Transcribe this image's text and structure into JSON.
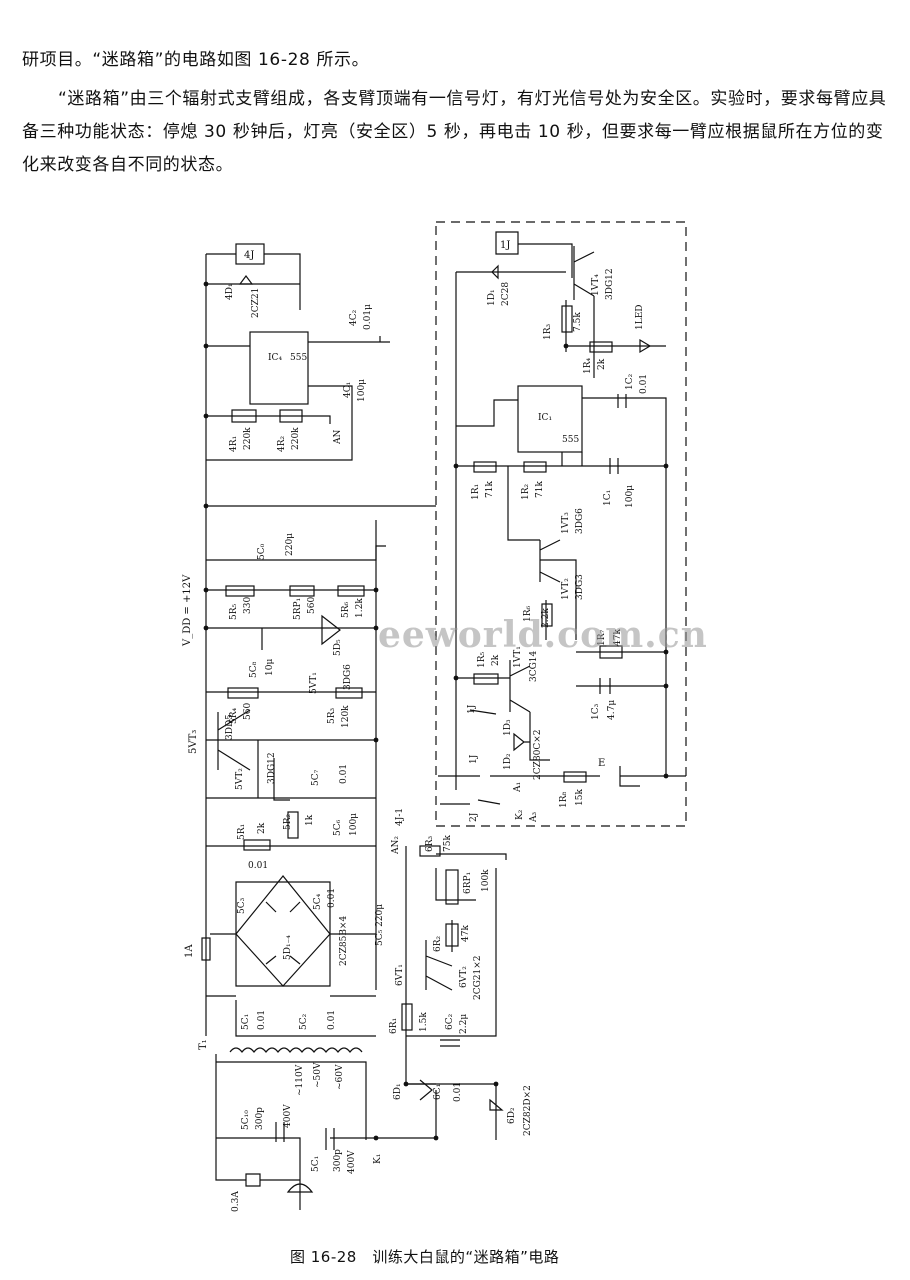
{
  "text": {
    "p1": "研项目。“迷路箱”的电路如图 16-28 所示。",
    "p2": "“迷路箱”由三个辐射式支臂组成，各支臂顶端有一信号灯，有灯光信号处为安全区。实验时，要求每臂应具备三种功能状态：停熄 30 秒钟后，灯亮（安全区）5 秒，再电击 10 秒，但要求每一臂应根据鼠所在方位的变化来改变各自不同的状态。",
    "caption": "图 16-28　训练大白鼠的“迷路箱”电路",
    "watermark": "eeworld.com.cn"
  },
  "diagram": {
    "relay_4": "4J",
    "relay_1": "1J",
    "d4": "4D₁",
    "d4_type": "2CZ21",
    "ic4_name": "IC₄",
    "ic4_type": "555",
    "c4_2": "4C₂",
    "c4_2v": "0.01μ",
    "c4_1": "4C₁",
    "c4_1v": "100μ",
    "r4_1": "4R₁",
    "r4_1v": "220k",
    "r4_2": "4R₂",
    "r4_2v": "220k",
    "an4": "AN",
    "vdd": "V_DD = +12V",
    "c5_0": "5C₀",
    "c5_0v": "220μ",
    "r5_5": "5R₅",
    "r5_5v": "330",
    "rp5": "5RP₁",
    "rp5v": "560",
    "r5_6": "5R₆",
    "r5_6v": "1.2k",
    "c5_8": "5C₈",
    "c5_8v": "10μ",
    "d5": "5D₅",
    "vt5_1": "5VT₁",
    "vt5_1t": "3DG6",
    "r5_4": "5R₄",
    "r5_4v": "560",
    "r5_3": "5R₃",
    "r5_3v": "120k",
    "vt5_3": "5VT₃",
    "vt5_3t": "3DD5",
    "vt5_2": "5VT₂",
    "vt5_2t": "3DG12",
    "c5_7": "5C₇",
    "c5_7v": "0.01",
    "r5_2": "5R₂",
    "r5_2v": "1k",
    "r5_1": "5R₁",
    "r5_1v": "2k",
    "c5_6": "5C₆",
    "c5_6v": "100μ",
    "c5_3v": "0.01",
    "c5_3": "5C₃",
    "c5_4": "5C₄",
    "c5_4v": "0.01",
    "bridge": "5D₁₋₄",
    "bridge_t": "2CZ85B×4",
    "c5_5": "5C₅ 220μ",
    "fuse1": "1A",
    "c5_1": "5C₁",
    "c5_1v": "0.01",
    "c5_2": "5C₂",
    "c5_2v": "0.01",
    "t1": "T₁",
    "tap110": "~110V",
    "tap50": "~50V",
    "tap60": "~60V",
    "c5_10": "5C₁₀",
    "c5_10v": "300p",
    "c5_10r": "400V",
    "c5_11": "5C₁",
    "c5_11v": "300p",
    "c5_11r": "400V",
    "k1": "K₁",
    "fuse03": "0.3A",
    "d1_1": "1D₁",
    "d1_1t": "2C28",
    "vt1_4": "1VT₄",
    "vt1_4t": "3DG12",
    "r1_3": "1R₃",
    "r1_3v": "7.5k",
    "r1_4": "1R₄",
    "r1_4v": "2k",
    "led": "1LED",
    "ic1_name": "IC₁",
    "ic1_type": "555",
    "c1_2": "1C₂",
    "c1_2v": "0.01",
    "r1_1": "1R₁",
    "r1_1v": "71k",
    "r1_2": "1R₂",
    "r1_2v": "71k",
    "c1_1": "1C₁",
    "c1_1v": "100μ",
    "vt1_3": "1VT₃",
    "vt1_3t": "3DG6",
    "vt1_2": "1VT₂",
    "vt1_2t": "3DG3",
    "r1_6": "1R₆",
    "r1_6v": "2.2k",
    "r1_7": "1R₇",
    "r1_7v": "47k",
    "r1_5": "1R₅",
    "r1_5v": "2k",
    "vt1_1": "1VT₁",
    "vt1_1t": "3CG14",
    "c1_3": "1C₃",
    "c1_3v": "4.7μ",
    "d1_3": "1D₃",
    "d1_2": "1D₂",
    "d1_23t": "2CZ80C×2",
    "sw1j": "1J",
    "sw2j": "2J",
    "sw4j": "4J-1",
    "a1": "A₁",
    "a3": "A₃",
    "k2": "K₂",
    "r1_8": "1R₈",
    "r1_8v": "15k",
    "e": "E",
    "an2": "AN₂",
    "r6_3": "6R₃",
    "r6_3v": "75k",
    "rp6": "6RP₁",
    "rp6v": "100k",
    "r6_2": "6R₂",
    "r6_2v": "47k",
    "vt6_1": "6VT₁",
    "vt6_2": "6VT₂",
    "vt6t": "2CG21×2",
    "r6_1": "6R₁",
    "r6_1v": "1.5k",
    "c6_2": "6C₂",
    "c6_2v": "2.2μ",
    "d6_1": "6D₁",
    "c6_1": "6C₁",
    "c6_1v": "0.01",
    "d6_2": "6D₂",
    "d6_2t": "2CZ82D×2"
  }
}
